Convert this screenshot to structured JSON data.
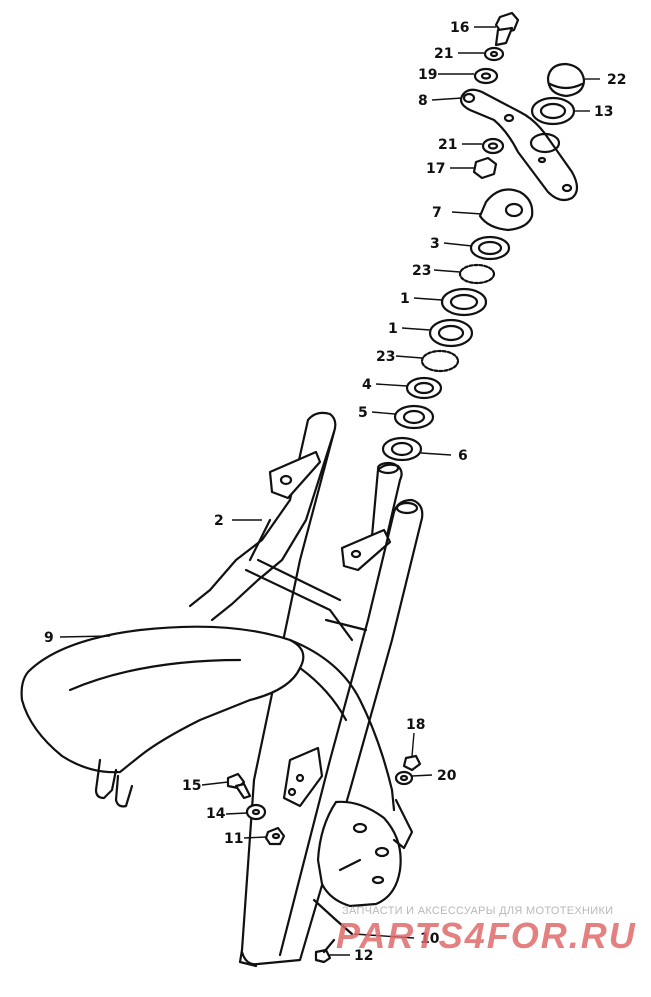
{
  "labels": {
    "l16": "16",
    "l21a": "21",
    "l19": "19",
    "l8": "8",
    "l22": "22",
    "l13": "13",
    "l21b": "21",
    "l17": "17",
    "l7": "7",
    "l3": "3",
    "l23a": "23",
    "l1a": "1",
    "l1b": "1",
    "l23b": "23",
    "l4": "4",
    "l5": "5",
    "l6": "6",
    "l2": "2",
    "l9": "9",
    "l18": "18",
    "l15": "15",
    "l20": "20",
    "l14": "14",
    "l11": "11",
    "l10": "10",
    "l12": "12"
  },
  "watermark": {
    "tagline": "ЗАПЧАСТИ И АКСЕССУАРЫ ДЛЯ МОТОТЕХНИКИ",
    "logo": "PARTS4FOR.RU"
  }
}
